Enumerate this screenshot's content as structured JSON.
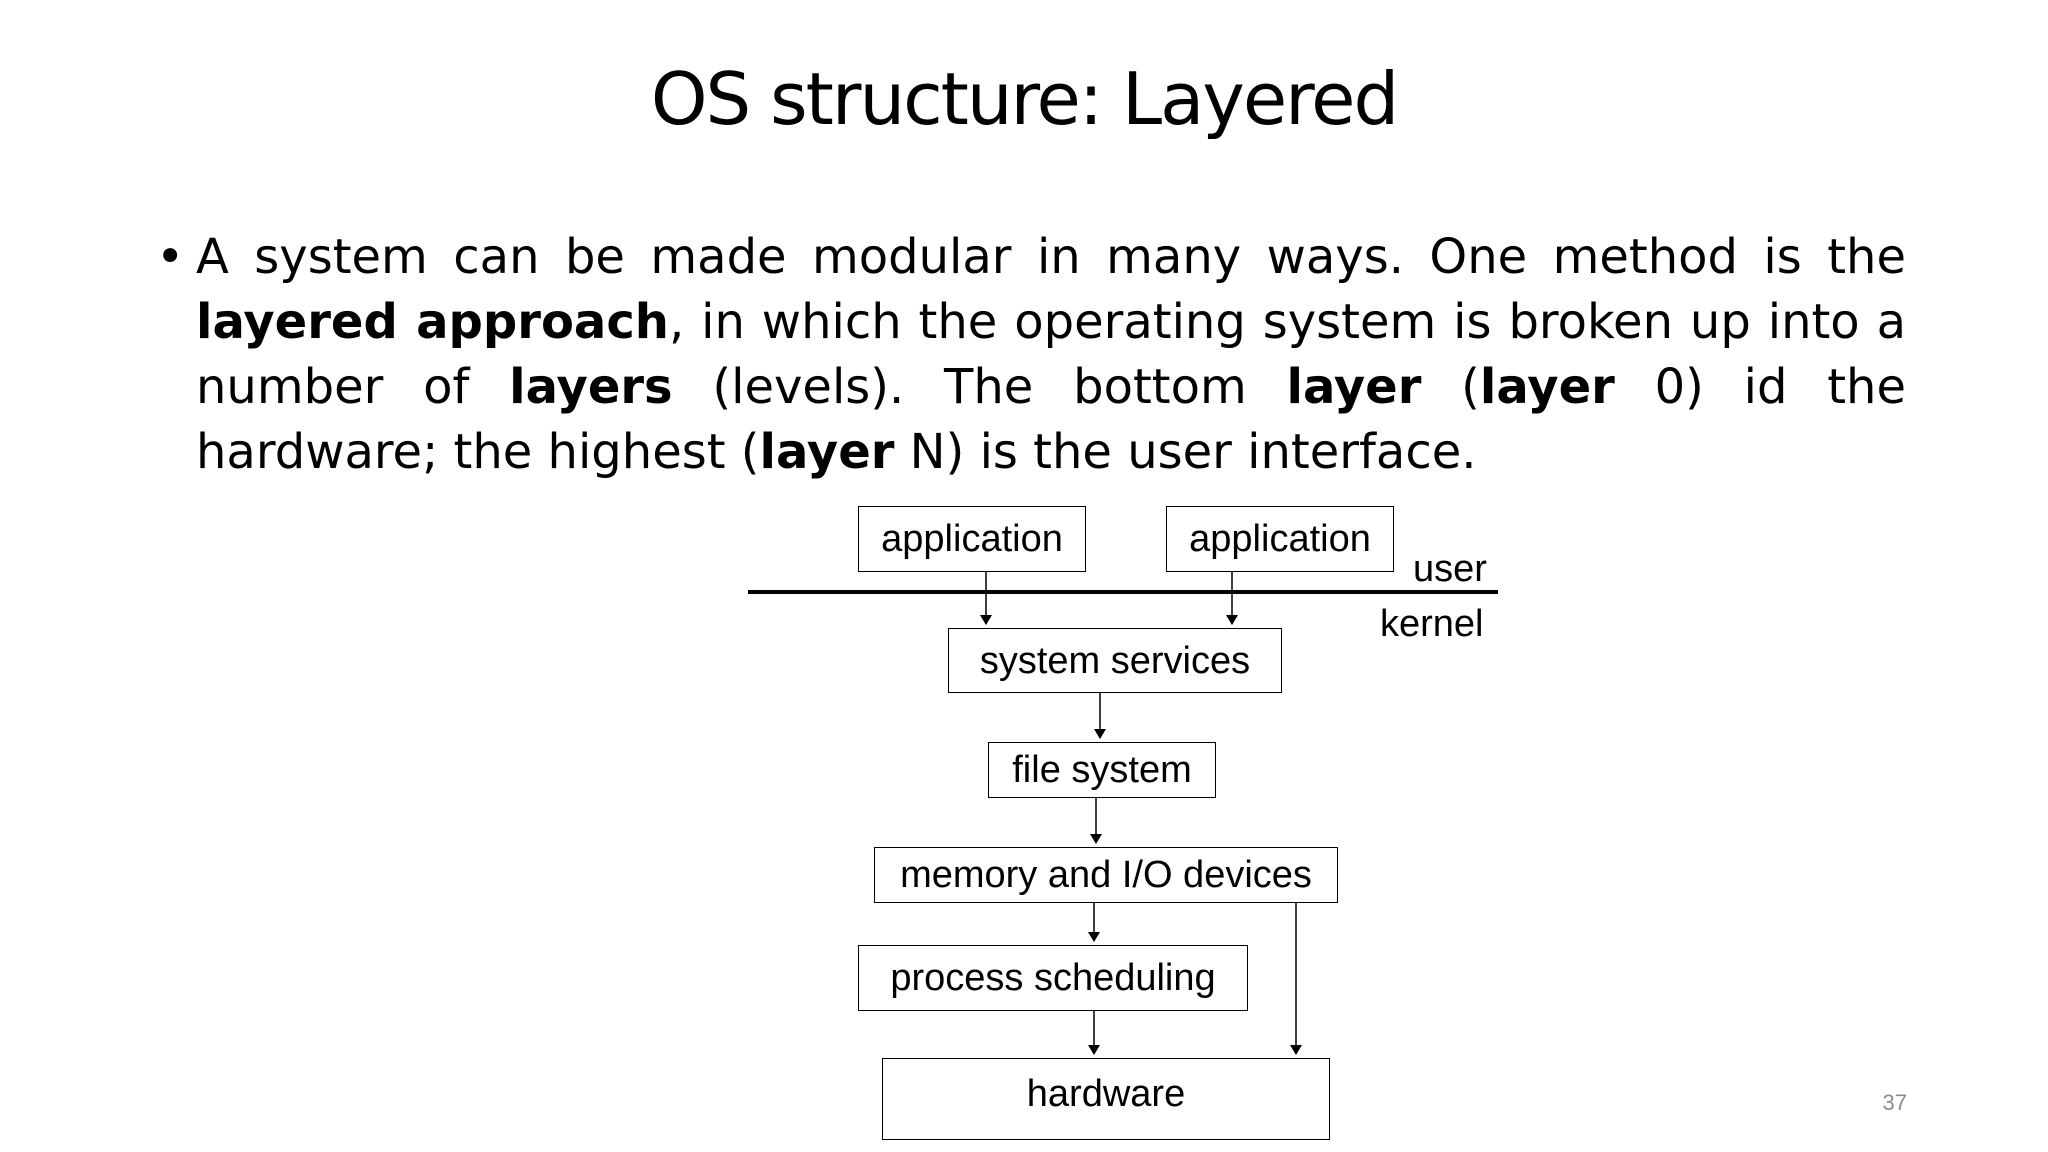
{
  "slide": {
    "title": "OS structure: Layered",
    "bullet": {
      "marker": "•",
      "segments": [
        {
          "text": "A system can be made modular in many ways. One method is the ",
          "bold": false
        },
        {
          "text": "layered approach",
          "bold": true
        },
        {
          "text": ", in which the operating system is broken up into a number of ",
          "bold": false
        },
        {
          "text": "layers",
          "bold": true
        },
        {
          "text": " (levels). The bottom ",
          "bold": false
        },
        {
          "text": "layer",
          "bold": true
        },
        {
          "text": " (",
          "bold": false
        },
        {
          "text": "layer",
          "bold": true
        },
        {
          "text": " 0) id the hardware; the highest (",
          "bold": false
        },
        {
          "text": "layer",
          "bold": true
        },
        {
          "text": " N) is the user interface.",
          "bold": false
        }
      ]
    },
    "page_number": "37"
  },
  "diagram": {
    "zones": {
      "user": "user",
      "kernel": "kernel"
    },
    "boxes": {
      "application_1": "application",
      "application_2": "application",
      "system_services": "system services",
      "file_system": "file system",
      "memory_io": "memory and I/O devices",
      "process_scheduling": "process scheduling",
      "hardware": "hardware"
    }
  }
}
